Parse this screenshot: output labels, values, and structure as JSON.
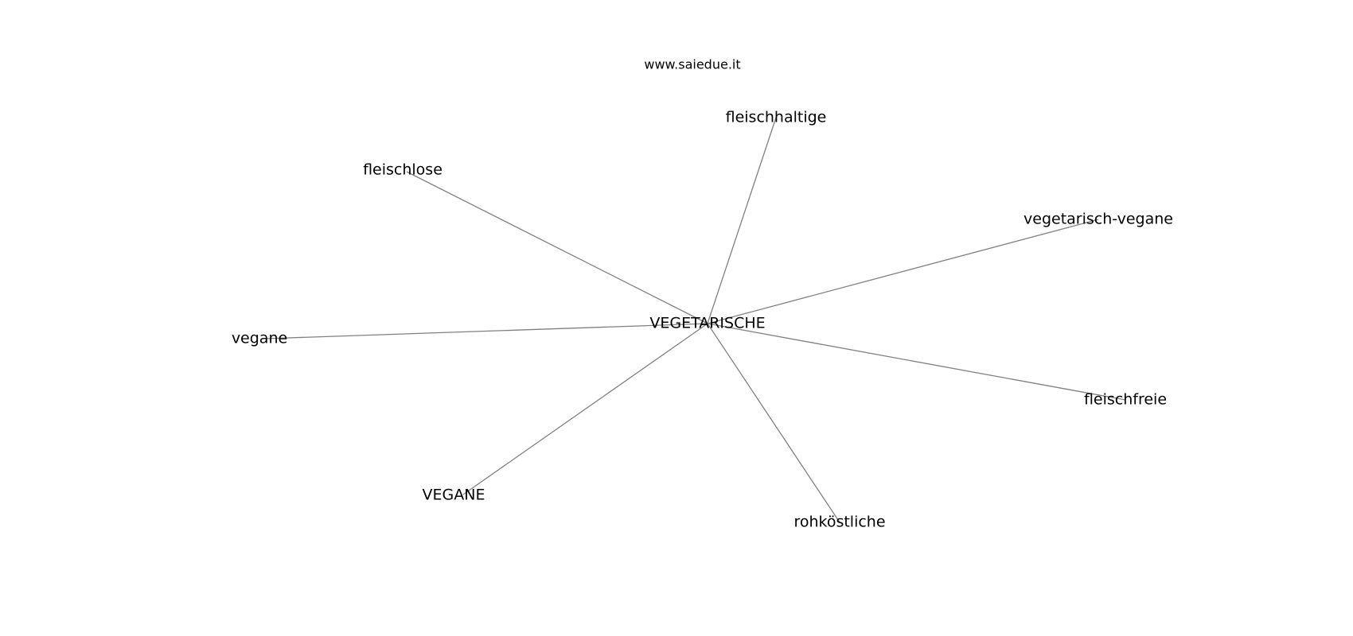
{
  "watermark": "www.saiedue.it",
  "graph": {
    "center": "VEGETARISCHE",
    "neighbors": [
      "fleischhaltige",
      "fleischlose",
      "vegetarisch-vegane",
      "vegane",
      "fleischfreie",
      "VEGANE",
      "rohköstliche"
    ]
  },
  "colors": {
    "edge": "#808080",
    "text": "#000000",
    "background": "#ffffff"
  }
}
